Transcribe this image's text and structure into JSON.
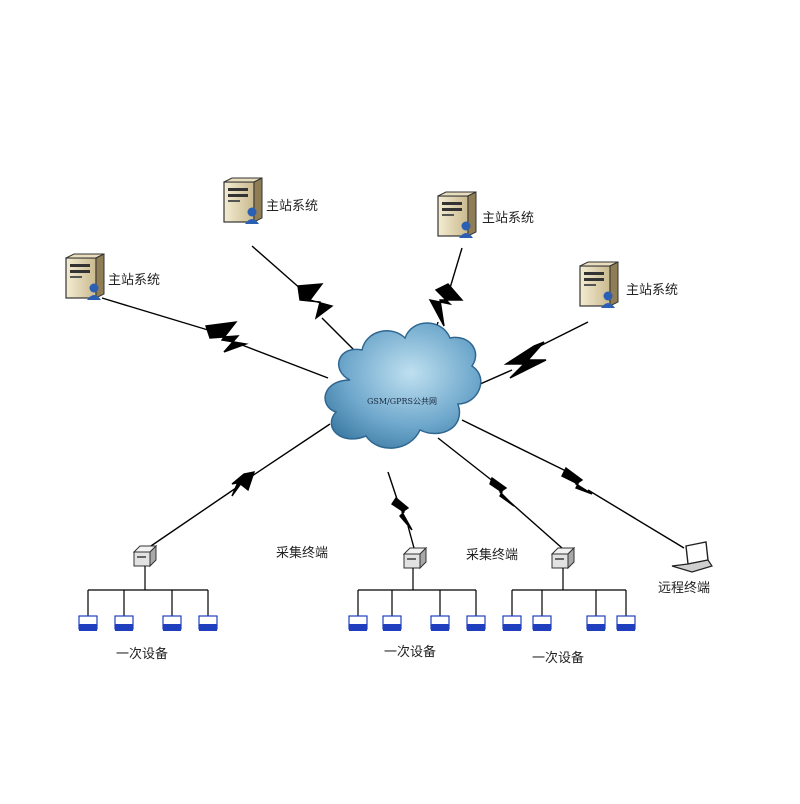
{
  "master_station": {
    "label": "主站系统",
    "icon": "server-user-icon"
  },
  "network": {
    "label": "GSM/GPRS公共网",
    "icon": "cloud-icon"
  },
  "collector": {
    "label": "采集终端",
    "icon": "collector-terminal-icon"
  },
  "remote": {
    "label": "远程终端",
    "icon": "laptop-icon"
  },
  "device": {
    "label": "一次设备",
    "icon": "primary-device-icon"
  },
  "colors": {
    "cloud_fill": "#7fb8d8",
    "cloud_dark": "#3f7fa8",
    "device_blue": "#1f3fbf",
    "link": "#000000"
  }
}
